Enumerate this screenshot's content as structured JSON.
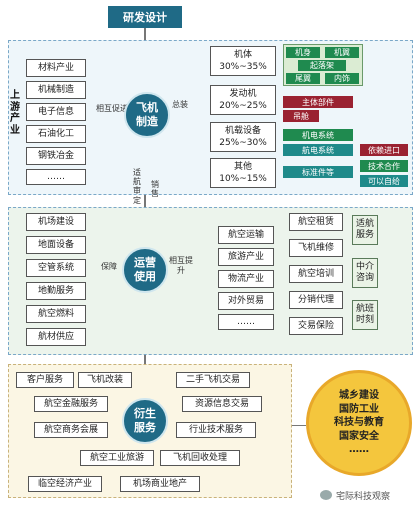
{
  "title": "研发设计",
  "upstream_label": "上游产业",
  "upstream_items": [
    "材料产业",
    "机械制造",
    "电子信息",
    "石油化工",
    "钢铁冶金",
    "……"
  ],
  "mutual_promote": "相互促进",
  "aircraft_mfg": [
    "飞机",
    "制造"
  ],
  "assembly": "总装",
  "components": [
    {
      "name": "机体",
      "pct": "30%~35%"
    },
    {
      "name": "发动机",
      "pct": "20%~25%"
    },
    {
      "name": "机载设备",
      "pct": "25%~30%"
    },
    {
      "name": "其他",
      "pct": "10%~15%"
    }
  ],
  "body_tags": [
    "机身",
    "机翼",
    "起落架",
    "尾翼",
    "内饰"
  ],
  "engine_tags": [
    "主体部件",
    "吊舱"
  ],
  "avionics_tags": [
    "机电系统",
    "航电系统"
  ],
  "other_tags": [
    "标准件等"
  ],
  "side_tags": [
    "依赖进口",
    "技术合作",
    "可以自给"
  ],
  "airworthiness": "适航审定",
  "sales": "销售",
  "guarantee": "保障",
  "mutual_improve": "相互提升",
  "ops_left": [
    "机场建设",
    "地面设备",
    "空管系统",
    "地勤服务",
    "航空燃料",
    "航材供应"
  ],
  "ops_center": [
    "运营",
    "使用"
  ],
  "ops_mid": [
    "航空运输",
    "旅游产业",
    "物流产业",
    "对外贸易",
    "……"
  ],
  "ops_right": [
    "航空租赁",
    "飞机维修",
    "航空培训",
    "分销代理",
    "交易保险"
  ],
  "ops_far": [
    "适航服务",
    "中介咨询",
    "航班时刻"
  ],
  "derive_center": [
    "衍生",
    "服务"
  ],
  "derive_items": [
    "客户服务",
    "飞机改装",
    "二手飞机交易",
    "航空金融服务",
    "资源信息交易",
    "航空商务会展",
    "行业技术服务",
    "航空工业旅游",
    "飞机回收处理",
    "临空经济产业",
    "机场商业地产"
  ],
  "outcomes": [
    "城乡建设",
    "国防工业",
    "科技与教育",
    "国家安全",
    "……"
  ],
  "watermark": "宅际科技观察",
  "colors": {
    "primary": "#1f6a86",
    "green": "#1f8a4f",
    "teal": "#1f8a8a",
    "red": "#9a2231",
    "gold": "#f4c63d"
  }
}
